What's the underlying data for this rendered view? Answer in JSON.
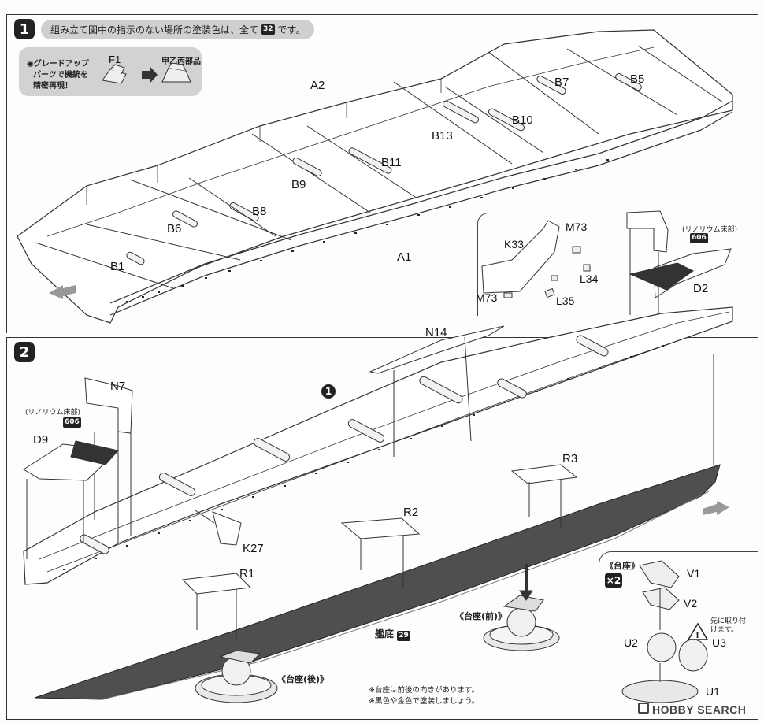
{
  "step1": {
    "number": "1",
    "instruction_text": "組み立て図中の指示のない場所の塗装色は、全て",
    "instruction_color_code": "32",
    "instruction_suffix": "です。",
    "upgrade_note": {
      "line1": "◉グレードアップ",
      "line2": "パーツで機銃を",
      "line3": "精密再現！",
      "part_from": "F1",
      "part_to": "甲乙丙部品"
    },
    "labels": [
      "A2",
      "B7",
      "B5",
      "B10",
      "B13",
      "B11",
      "B9",
      "B8",
      "B6",
      "B1",
      "A1"
    ],
    "inset_parts": [
      "M73",
      "K33",
      "L34",
      "M73",
      "L35"
    ],
    "linoleum_note": "(リノリウム床部)",
    "linoleum_code": "606",
    "part_d2": "D2"
  },
  "step2": {
    "number": "2",
    "labels": [
      "N14",
      "N7",
      "D9",
      "K27",
      "R1",
      "R2",
      "R3"
    ],
    "ref_step_badge": "1",
    "linoleum_note": "(リノリウム床部)",
    "linoleum_code": "606",
    "hull_label": "艦底",
    "hull_code": "29",
    "stand_front": "《台座(前)》",
    "stand_rear": "《台座(後)》",
    "notes": [
      "※台座は前後の向きがあります。",
      "※黒色や金色で塗装しましょう。"
    ],
    "stand_box": {
      "title": "《台座》",
      "qty": "×2",
      "parts": [
        "V1",
        "V2",
        "U2",
        "U3",
        "U1"
      ],
      "caution": "先に取り付けます。"
    }
  },
  "watermark": "HOBBY SEARCH"
}
